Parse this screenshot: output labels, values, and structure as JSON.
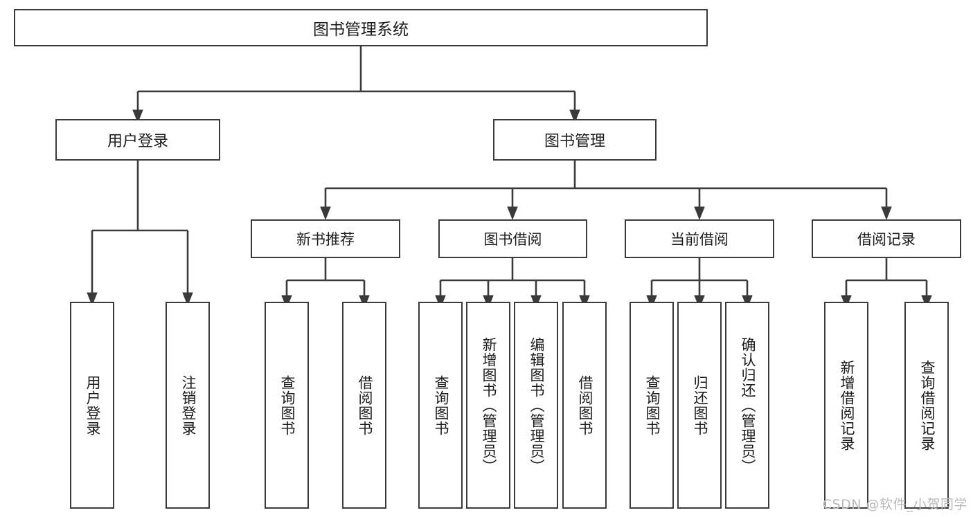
{
  "diagram": {
    "title": "图书管理系统",
    "watermark": "CSDN @软件_小贺同学",
    "line_color": "#3a3a3a",
    "box_fill": "#ffffff",
    "text_color": "#1c1c1c",
    "root": {
      "label": "图书管理系统"
    },
    "level2": [
      {
        "label": "用户登录"
      },
      {
        "label": "图书管理"
      }
    ],
    "level3": [
      {
        "label": "新书推荐"
      },
      {
        "label": "图书借阅"
      },
      {
        "label": "当前借阅"
      },
      {
        "label": "借阅记录"
      }
    ],
    "leaves": {
      "user_login": [
        {
          "label": "用户登录"
        },
        {
          "label": "注销登录"
        }
      ],
      "new_book": [
        {
          "label": "查询图书"
        },
        {
          "label": "借阅图书"
        }
      ],
      "book_borrow": [
        {
          "label": "查询图书"
        },
        {
          "label": "新增图书（管理员）"
        },
        {
          "label": "编辑图书（管理员）"
        },
        {
          "label": "借阅图书"
        }
      ],
      "current_borrow": [
        {
          "label": "查询图书"
        },
        {
          "label": "归还图书"
        },
        {
          "label": "确认归还（管理员）"
        }
      ],
      "borrow_record": [
        {
          "label": "新增借阅记录"
        },
        {
          "label": "查询借阅记录"
        }
      ]
    }
  }
}
